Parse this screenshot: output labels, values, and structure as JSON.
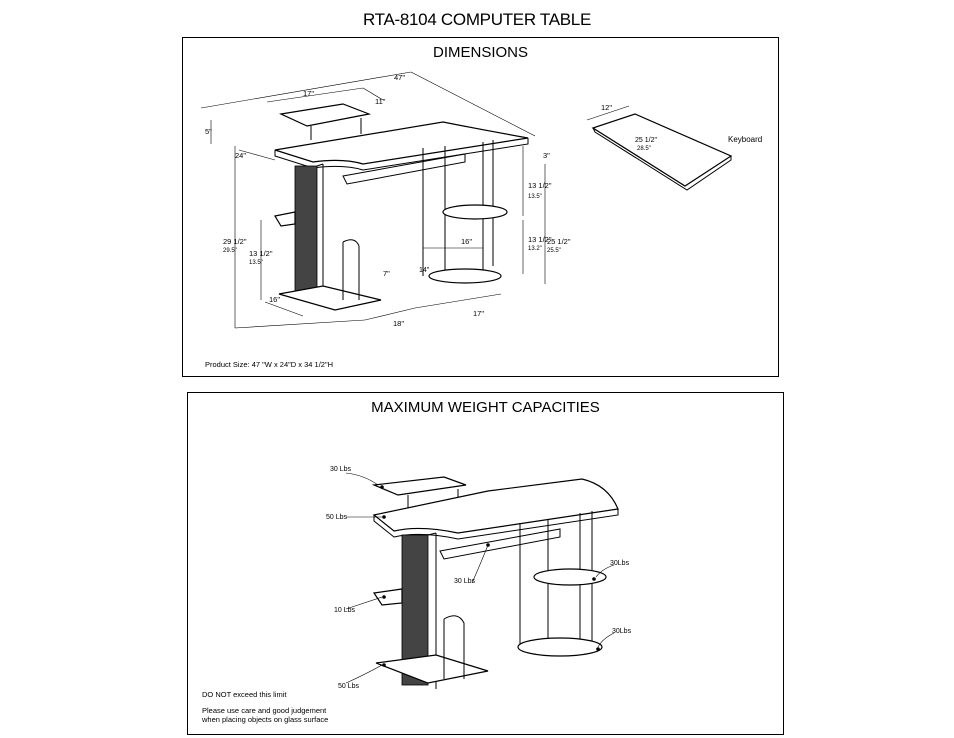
{
  "document": {
    "title": "RTA-8104 COMPUTER TABLE"
  },
  "dimensions_panel": {
    "title": "DIMENSIONS",
    "product_size": "Product Size: 47 \"W x 24\"D x 34 1/2\"H",
    "labels": {
      "w47": "47\"",
      "w17_top": "17\"",
      "d11": "11\"",
      "h5": "5\"",
      "d24": "24\"",
      "h3": "3\"",
      "h13_5a": "13 1/2\"",
      "h13_5a_cm": "13.5\"",
      "h29_5": "29 1/2\"",
      "h29_5_cm": "29.5\"",
      "w16": "16\"",
      "h13_5b": "13 1/2\"",
      "h13_5b_cm": "13.2\"",
      "h25_5": "25 1/2\"",
      "h25_5_cm": "25.5\"",
      "h13_5c": "13 1/2\"",
      "h13_5c_cm": "13.5\"",
      "h7": "7\"",
      "d14": "14\"",
      "d16": "16\"",
      "w18": "18\"",
      "w17_bottom": "17\"",
      "kb_d": "12\"",
      "kb_w": "25 1/2\"",
      "kb_w2": "28.5\"",
      "keyboard": "Keyboard"
    }
  },
  "weight_panel": {
    "title": "MAXIMUM WEIGHT CAPACITIES",
    "callouts": {
      "top_shelf": "30 Lbs",
      "desktop": "50 Lbs",
      "keyboard_tray": "30 Lbs",
      "side_shelf": "10 Lbs",
      "base": "50 Lbs",
      "right_upper": "30Lbs",
      "right_lower": "30Lbs"
    },
    "warning": "DO NOT exceed this limit",
    "care_note_line1": "Please use care and good judgement",
    "care_note_line2": "when placing objects on glass surface"
  }
}
